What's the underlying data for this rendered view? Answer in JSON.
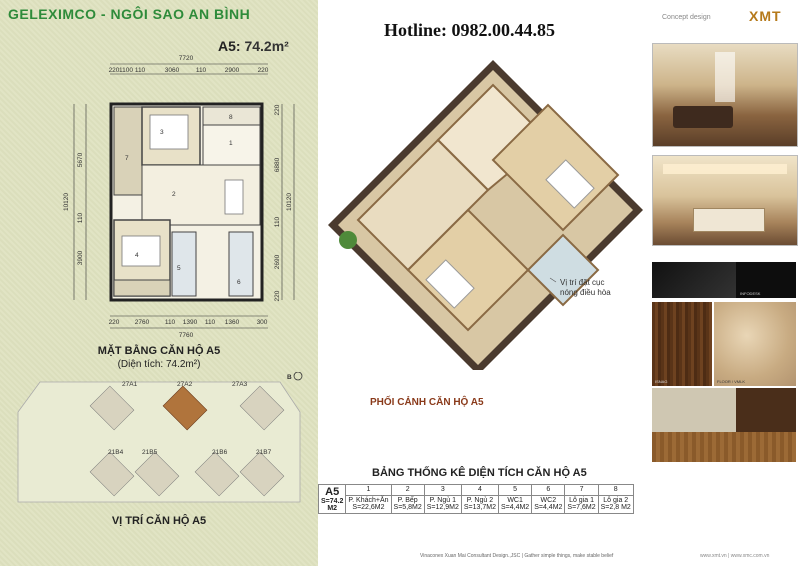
{
  "header": {
    "brand_company": "GELEXIMCO",
    "brand_sep": " - ",
    "brand_project": "NGÔI SAO AN BÌNH",
    "apartment_code": "A5:",
    "apartment_area": "74.2m²",
    "hotline": "Hotline: 0982.00.44.85",
    "concept": "Concept design",
    "logo": "XMT"
  },
  "floor_plan": {
    "top_total": "7720",
    "top_segments": [
      "220",
      "1100",
      "110",
      "3060",
      "110",
      "2900",
      "220"
    ],
    "bottom_segments": [
      "220",
      "2760",
      "110",
      "1390",
      "110",
      "1360",
      "300"
    ],
    "bottom_total": "7760",
    "left_total": "10120",
    "left_segments": [
      "5670",
      "110",
      "3900"
    ],
    "right_total": "10120",
    "right_segments": [
      "220",
      "6880",
      "110",
      "2690",
      "220"
    ],
    "room_numbers": [
      "1",
      "2",
      "3",
      "4",
      "5",
      "6",
      "7",
      "8"
    ],
    "title": "MẶT BẰNG CĂN HỘ A5",
    "subtitle": "(Diện tích: 74.2m²)",
    "marker": "B"
  },
  "position_map": {
    "title": "VỊ TRÍ CĂN HỘ A5",
    "labels": [
      "27A1",
      "27A2",
      "27A3",
      "21B4",
      "21B5",
      "21B6",
      "21B7"
    ]
  },
  "perspective": {
    "callout": "Vị trí đặt cục nóng điều hòa",
    "title": "PHỐI CẢNH CĂN HỘ A5"
  },
  "stats": {
    "title": "BẢNG THỐNG KÊ DIỆN TÍCH CĂN HỘ A5",
    "code": "A5",
    "code_area": "S=74.2 M2",
    "columns": [
      "1",
      "2",
      "3",
      "4",
      "5",
      "6",
      "7",
      "8"
    ],
    "rooms": [
      "P. Khách+Ăn",
      "P. Bếp",
      "P. Ngủ 1",
      "P. Ngủ 2",
      "WC1",
      "WC2",
      "Lô gia 1",
      "Lô gia 2"
    ],
    "areas": [
      "S=22,6M2",
      "S=5,8M2",
      "S=12,9M2",
      "S=13,7M2",
      "S=4,4M2",
      "S=4,4M2",
      "S=7,6M2",
      "S=2,8 M2"
    ]
  },
  "materials": {
    "swatch_labels": [
      "INFODESK",
      "ISNAG",
      "FLOOR / VMLK"
    ]
  },
  "footer": {
    "left": "Vinaconex Xuan Mai Consultant Design.,JSC  |  Gather simple things, make stable belief",
    "right": "www.xmt.vn | www.xmc.com.vn"
  },
  "colors": {
    "brand_green": "#2e8b3a",
    "panel_bg": "#dfe2c0",
    "logo_gold": "#b5791a",
    "title_brown": "#8a3a1a"
  }
}
